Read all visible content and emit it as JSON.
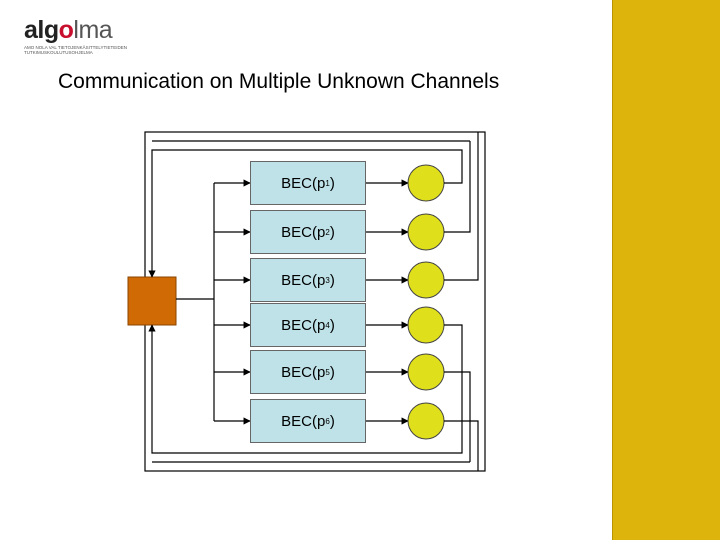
{
  "logo": {
    "word_a": "alg",
    "word_o": "o",
    "word_b": "lma",
    "tagline_1": "AMO NOLA VAL TIETOJENKÄSITTELYTIETEIDEN",
    "tagline_2": "TUTKIMUSKOULUTUSOHJELMA"
  },
  "title": "Communication on Multiple Unknown Channels",
  "colors": {
    "sidebar": "#dcb40c",
    "channel_box": "#bee2e8",
    "receiver_circle": "#e0df1c",
    "sender_block": "#d06a04",
    "wire": "#000000"
  },
  "channels": [
    {
      "label": "BEC(p",
      "sub": "1",
      "close": ")"
    },
    {
      "label": "BEC(p",
      "sub": "2",
      "close": ")"
    },
    {
      "label": "BEC(p",
      "sub": "3",
      "close": ")"
    },
    {
      "label": "BEC(p",
      "sub": "4",
      "close": ")"
    },
    {
      "label": "BEC(p",
      "sub": "5",
      "close": ")"
    },
    {
      "label": "BEC(p",
      "sub": "6",
      "close": ")"
    }
  ]
}
